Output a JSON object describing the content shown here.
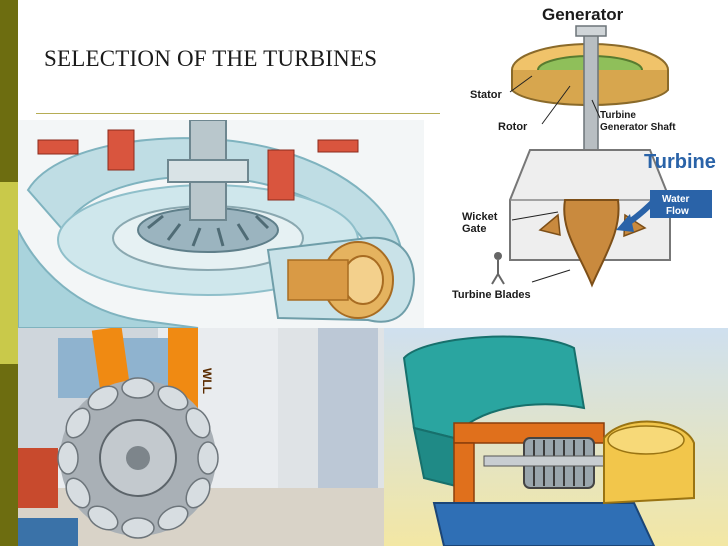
{
  "slide": {
    "title": "SELECTION OF THE TURBINES",
    "colors": {
      "sidebar_dark": "#6d6d10",
      "sidebar_light": "#c9c94a",
      "title_rule": "#b6ad55"
    }
  },
  "diagram": {
    "generator": "Generator",
    "stator": "Stator",
    "rotor": "Rotor",
    "shaft_line1": "Turbine",
    "shaft_line2": "Generator Shaft",
    "turbine": "Turbine",
    "wicket_line1": "Wicket",
    "wicket_line2": "Gate",
    "water_line1": "Water",
    "water_line2": "Flow",
    "blades": "Turbine Blades",
    "colors": {
      "turbine_label": "#2a63a8",
      "water_arrow": "#2a63a8",
      "runner": "#c98a3e"
    }
  },
  "photos": {
    "pelton_strap_text": "WLL"
  }
}
